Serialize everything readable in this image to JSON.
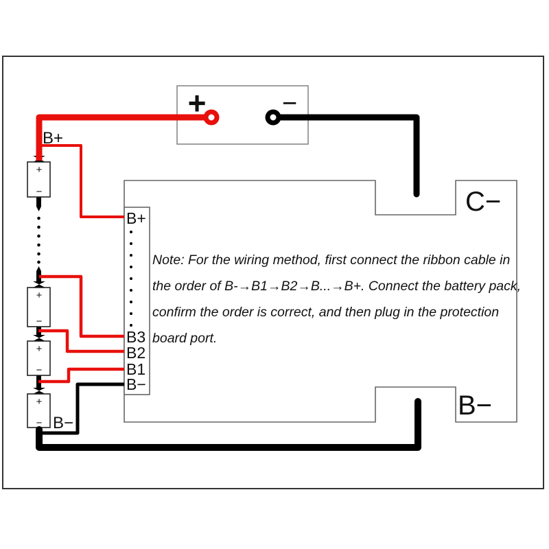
{
  "diagram": {
    "power_connector": {
      "plus": "+",
      "minus": "−"
    },
    "battery_pack": {
      "top_terminal_label": "B+",
      "bottom_terminal_label": "B−",
      "cell_positive": "+",
      "cell_negative": "−"
    },
    "protection_board": {
      "pins": {
        "bplus": "B+",
        "b3": "B3",
        "b2": "B2",
        "b1": "B1",
        "bminus": "B−"
      },
      "pad_c_minus": "C−",
      "pad_b_minus": "B−"
    },
    "note": {
      "line1": "Note: For the wiring method, first connect the ribbon cable in",
      "line2": "the order of B-→B1→B2→B...→B+. Connect the battery pack,",
      "line3": "confirm the order is correct, and then plug in the protection",
      "line4": "board port."
    },
    "colors": {
      "wire_positive": "#e8100c",
      "wire_negative": "#000000",
      "outline_gray": "#666666",
      "note_text": "#b52626"
    }
  }
}
